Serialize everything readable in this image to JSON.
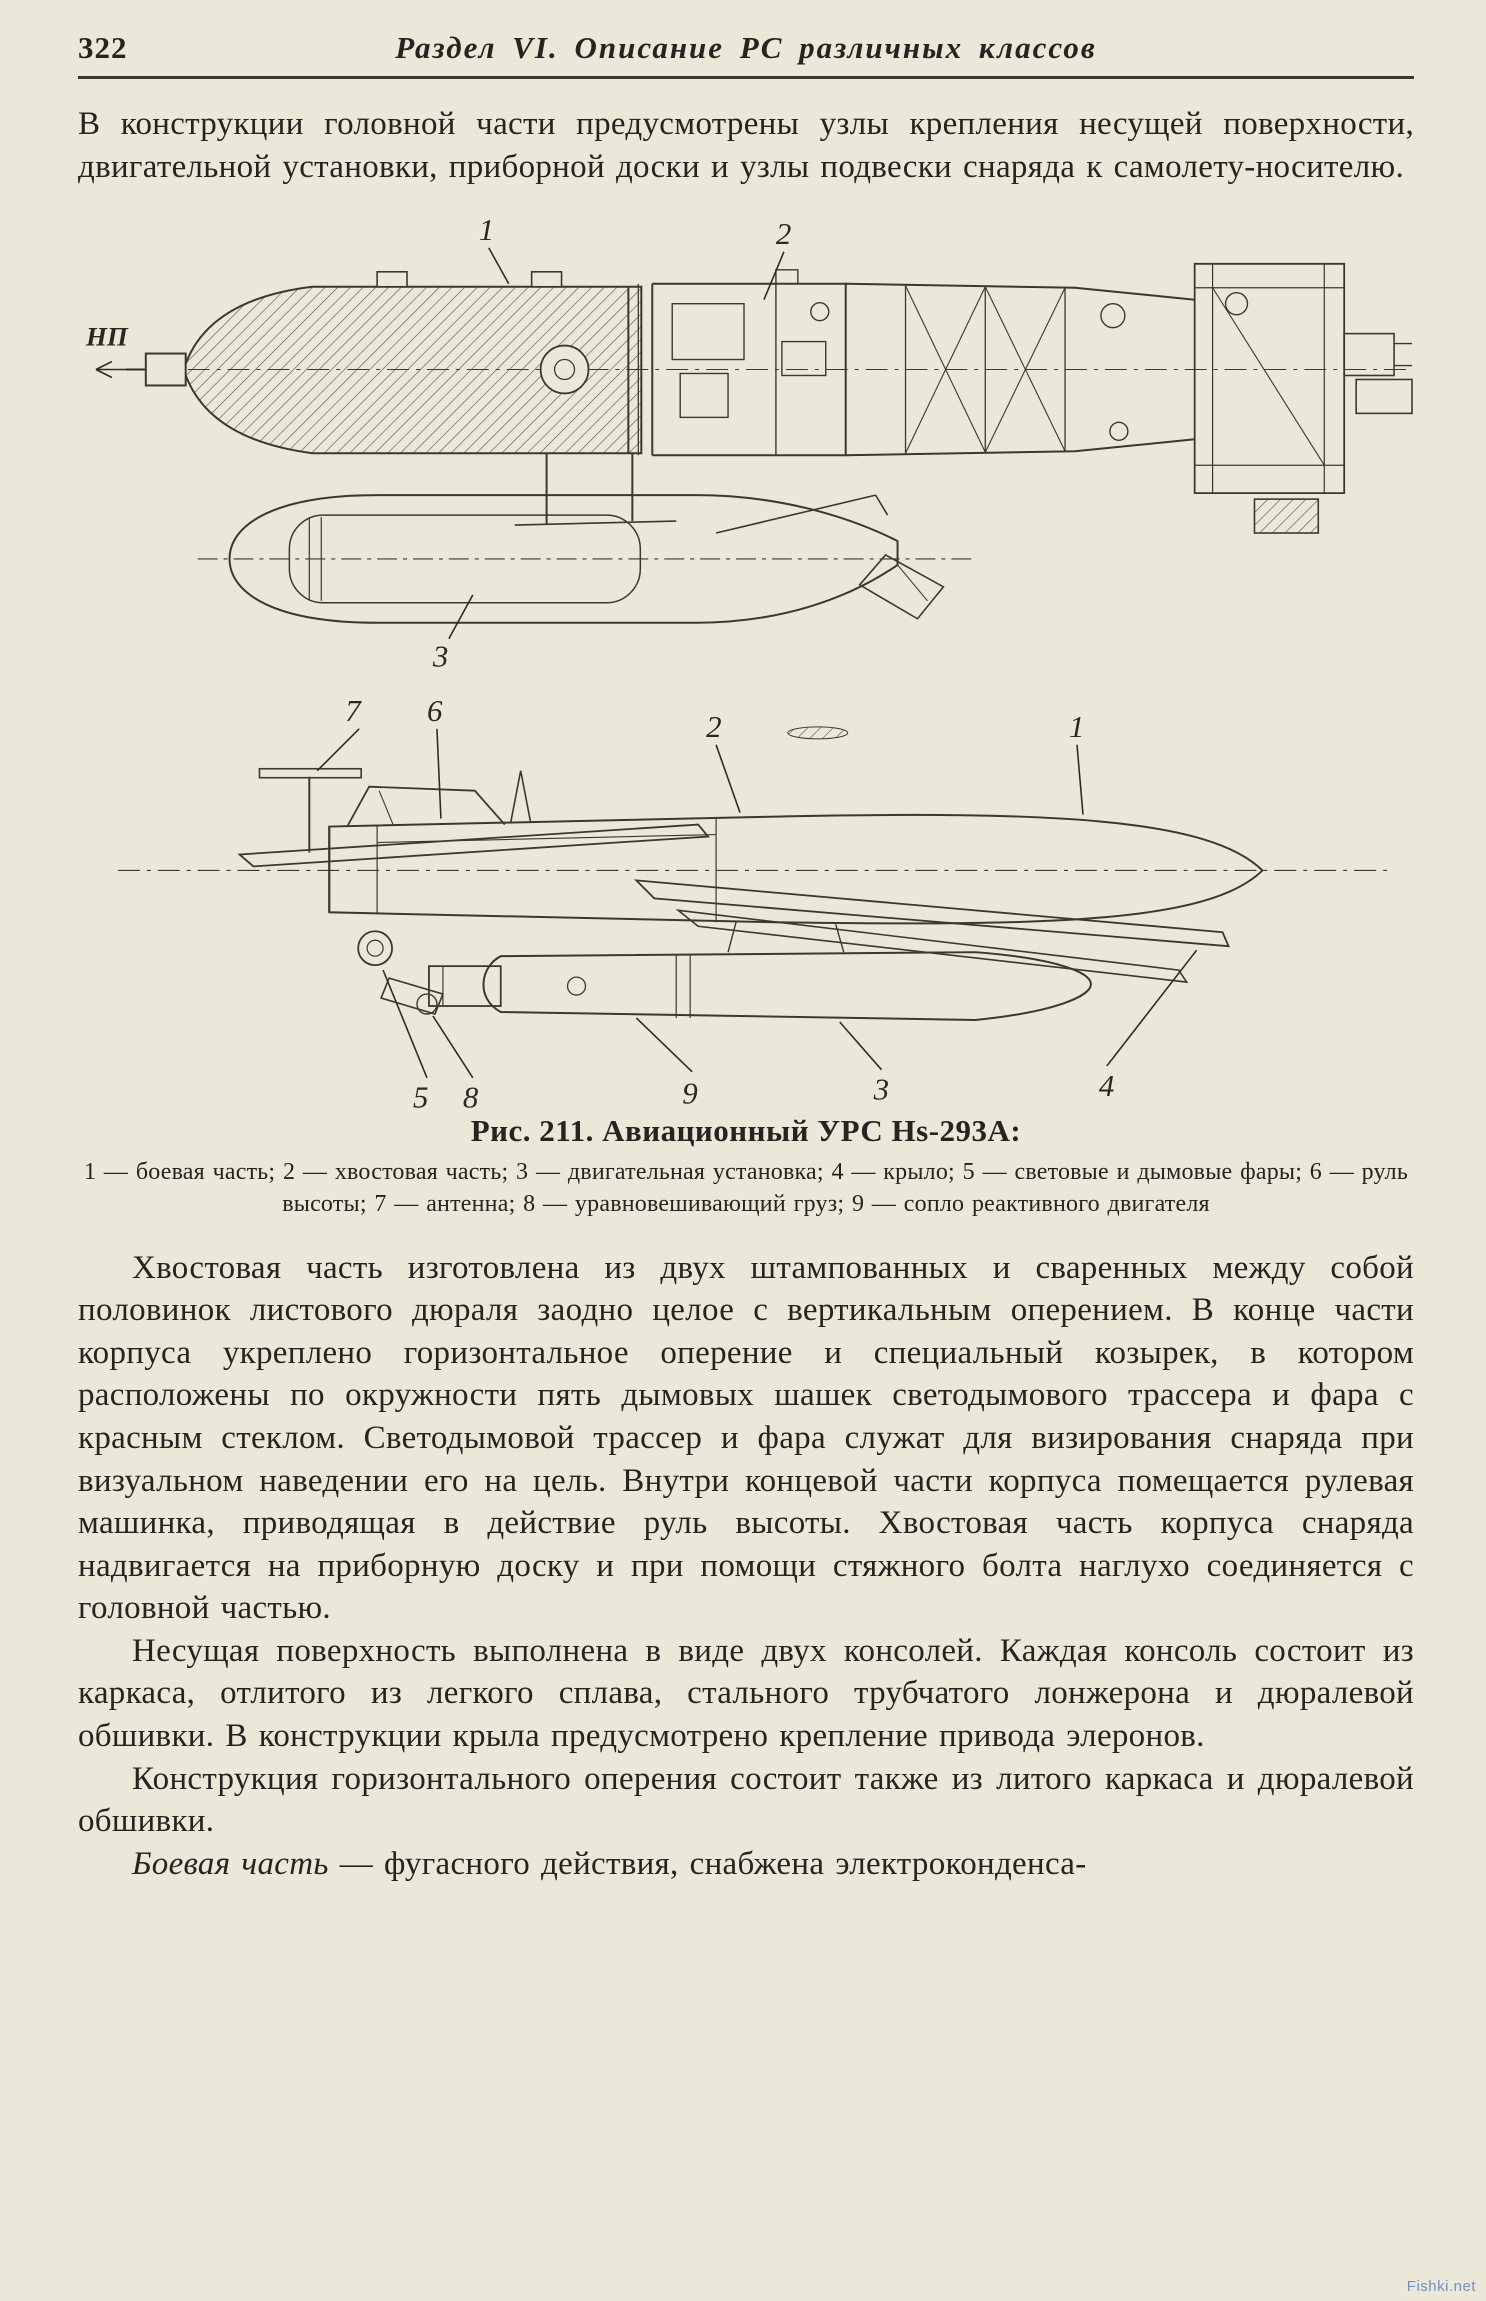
{
  "header": {
    "page_number": "322",
    "running_title": "Раздел VI. Описание РС различных классов"
  },
  "intro": "В конструкции головной части предусмотрены узлы крепления несущей поверхности, двигательной установки, приборной доски и узлы подвески снаряда к самолету-носителю.",
  "figure": {
    "nose_label": "НП",
    "caption": "Рис. 211. Авиационный УРС Hs-293A:",
    "legend": "1 — боевая часть; 2 — хвостовая часть; 3 — двигательная установка; 4 — крыло; 5 — световые и дымовые фары; 6 — руль высоты; 7 — антенна; 8 — уравновешивающий груз; 9 — сопло реактивного двигателя",
    "callouts_cutaway": {
      "c1": "1",
      "c2": "2",
      "c3": "3"
    },
    "callouts_exterior": {
      "c1": "1",
      "c2": "2",
      "c3": "3",
      "c4": "4",
      "c5": "5",
      "c6": "6",
      "c7": "7",
      "c8": "8",
      "c9": "9"
    }
  },
  "body": {
    "p_tail": "Хвостовая часть изготовлена из двух штампованных и сваренных между собой половинок листового дюраля заодно целое с вертикальным оперением. В конце части корпуса укреплено горизонтальное оперение и специальный козырек, в котором расположены по окружности пять дымовых шашек светодымового трассера и фара с красным стеклом. Светодымовой трассер и фара служат для визирования снаряда при визуальном наведении его на цель. Внутри концевой части корпуса помещается рулевая машинка, приводящая в действие руль высоты. Хвостовая часть корпуса снаряда надвигается на приборную доску и при помощи стяжного болта наглухо соединяется с головной частью.",
    "p_wing": "Несущая поверхность выполнена в виде двух консолей. Каждая консоль состоит из каркаса, отлитого из легкого сплава, стального трубчатого лонжерона и дюралевой обшивки. В конструкции крыла предусмотрено крепление привода элеронов.",
    "p_stab": "Конструкция горизонтального оперения состоит также из литого каркаса и дюралевой обшивки.",
    "p_warhead_lead": "Боевая часть",
    "p_warhead_rest": " — фугасного действия, снабжена электроконденса-"
  },
  "watermark": "Fishki.net"
}
